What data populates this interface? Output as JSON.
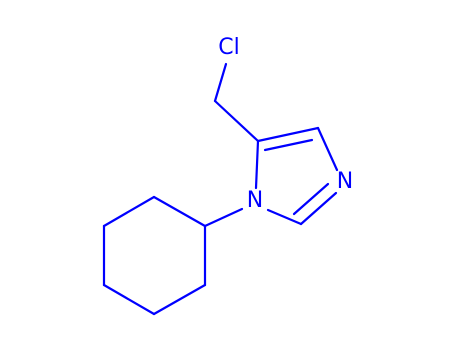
{
  "diagram": {
    "type": "chemical-structure",
    "bond_color": "#0000ff",
    "label_color": "#0000ff",
    "atoms": {
      "cl": "Cl",
      "n1": "N",
      "n3": "N"
    }
  }
}
